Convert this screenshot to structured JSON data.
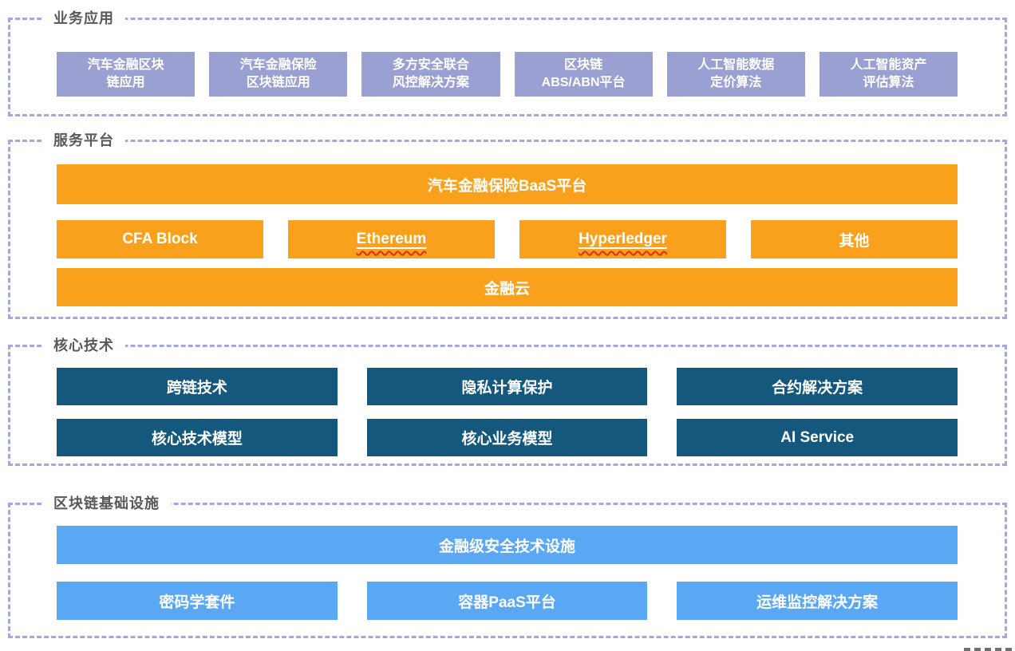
{
  "colors": {
    "app_box": "#9aa0d2",
    "service_box": "#f9a11c",
    "tech_box": "#15587e",
    "infra_box": "#5aa7f3",
    "dashed_border": "#a2a8dc",
    "section_title": "#595959",
    "box_text": "#ffffff",
    "spellcheck_squiggle": "#e02b1d"
  },
  "sections": {
    "business_apps": {
      "title": "业务应用",
      "items": [
        "汽车金融区块\n链应用",
        "汽车金融保险\n区块链应用",
        "多方安全联合\n风控解决方案",
        "区块链\nABS/ABN平台",
        "人工智能数据\n定价算法",
        "人工智能资产\n评估算法"
      ]
    },
    "service_platform": {
      "title": "服务平台",
      "top_bar": "汽车金融保险BaaS平台",
      "middle_items": [
        "CFA Block",
        "Ethereum",
        "Hyperledger",
        "其他"
      ],
      "misspelled_items": [
        "Ethereum",
        "Hyperledger"
      ],
      "bottom_bar": "金融云"
    },
    "core_tech": {
      "title": "核心技术",
      "row1": [
        "跨链技术",
        "隐私计算保护",
        "合约解决方案"
      ],
      "row2": [
        "核心技术模型",
        "核心业务模型",
        "AI Service"
      ]
    },
    "blockchain_infra": {
      "title": "区块链基础设施",
      "top_bar": "金融级安全技术设施",
      "row": [
        "密码学套件",
        "容器PaaS平台",
        "运维监控解决方案"
      ]
    }
  }
}
